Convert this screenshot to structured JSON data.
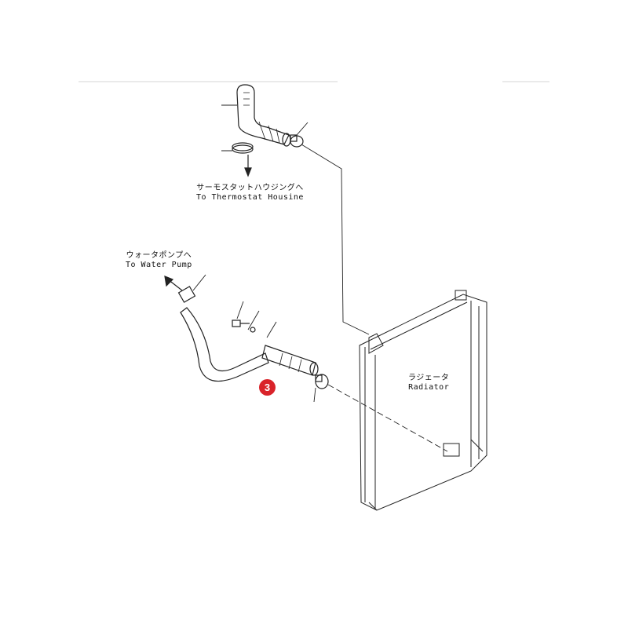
{
  "labels": {
    "thermostat_jp": "サーモスタットハウジングへ",
    "thermostat_en": "To Thermostat Housine",
    "water_pump_jp": "ウォータポンプへ",
    "water_pump_en": "To Water Pump",
    "radiator_jp": "ラジェータ",
    "radiator_en": "Radiator"
  },
  "callout": {
    "number": "3",
    "color": "#d9232a"
  }
}
